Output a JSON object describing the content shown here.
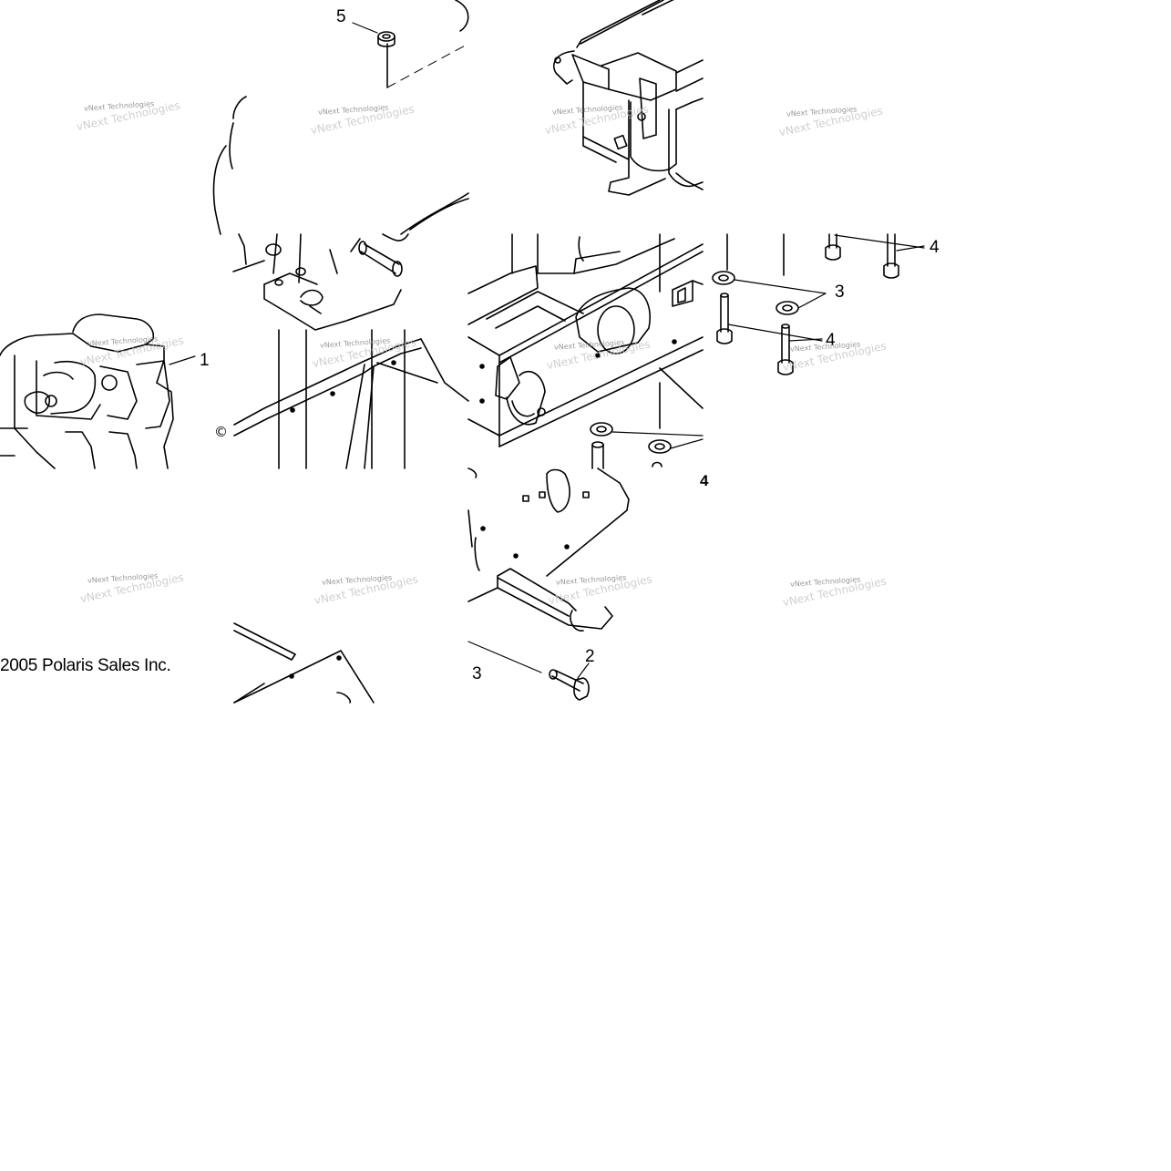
{
  "diagram": {
    "callouts": {
      "c1": "1",
      "c2": "2",
      "c3a": "3",
      "c3b": "3",
      "c4a": "4",
      "c4b": "4",
      "c4c": "4",
      "c5": "5"
    },
    "watermark_text": "vNext Technologies",
    "copyright_symbol": "©",
    "copyright": "2005 Polaris Sales Inc."
  }
}
